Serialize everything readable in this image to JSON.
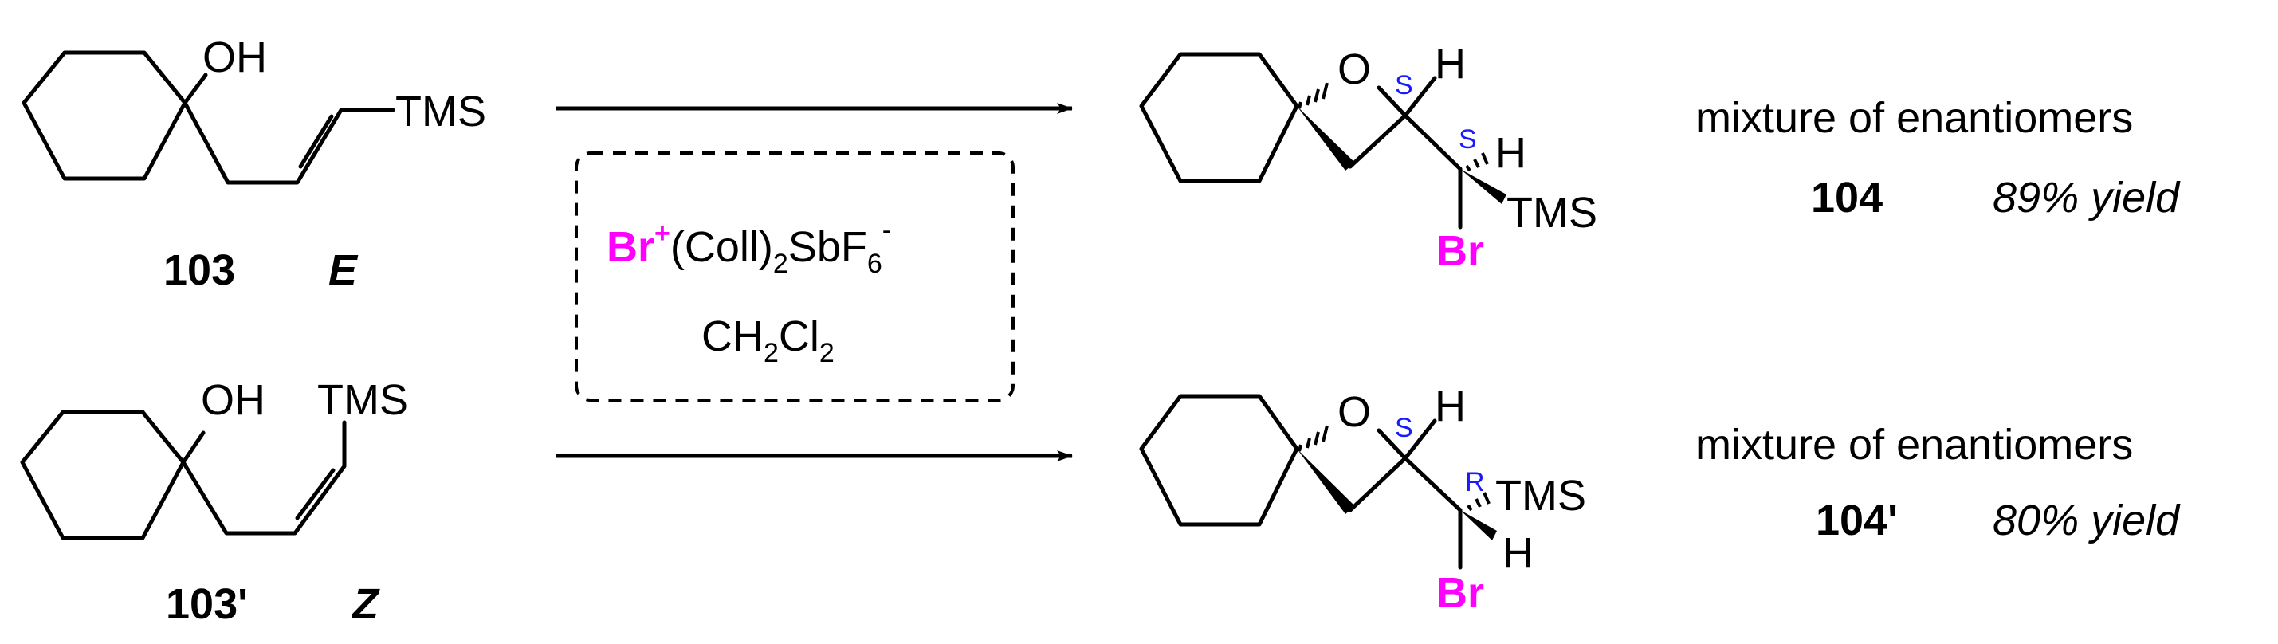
{
  "reactants": [
    {
      "label": "103",
      "geometry": "E",
      "atoms": {
        "oh": "OH",
        "tms": "TMS"
      }
    },
    {
      "label": "103'",
      "geometry": "Z",
      "atoms": {
        "oh": "OH",
        "tms": "TMS"
      }
    }
  ],
  "reagents": {
    "br_plus": "Br",
    "plus_sign": "+",
    "coll": "(Coll)",
    "sub2": "2",
    "sbf": "SbF",
    "sub6": "6",
    "minus": "-",
    "solvent_ch": "CH",
    "solvent_cl": "Cl",
    "solvent_sub2a": "2",
    "solvent_sub2b": "2"
  },
  "products": [
    {
      "label": "104",
      "note": "mixture of enantiomers",
      "yield": "89% yield",
      "atoms": {
        "o": "O",
        "h1": "H",
        "h2": "H",
        "tms": "TMS",
        "br": "Br"
      },
      "stereo": {
        "c1": "S",
        "c2": "S"
      }
    },
    {
      "label": "104'",
      "note": "mixture of enantiomers",
      "yield": "80% yield",
      "atoms": {
        "o": "O",
        "h1": "H",
        "h2": "H",
        "tms": "TMS",
        "br": "Br"
      },
      "stereo": {
        "c1": "S",
        "c2": "R"
      }
    }
  ],
  "colors": {
    "bromine": "#ff00ff",
    "stereo_label": "#1a1aff"
  }
}
